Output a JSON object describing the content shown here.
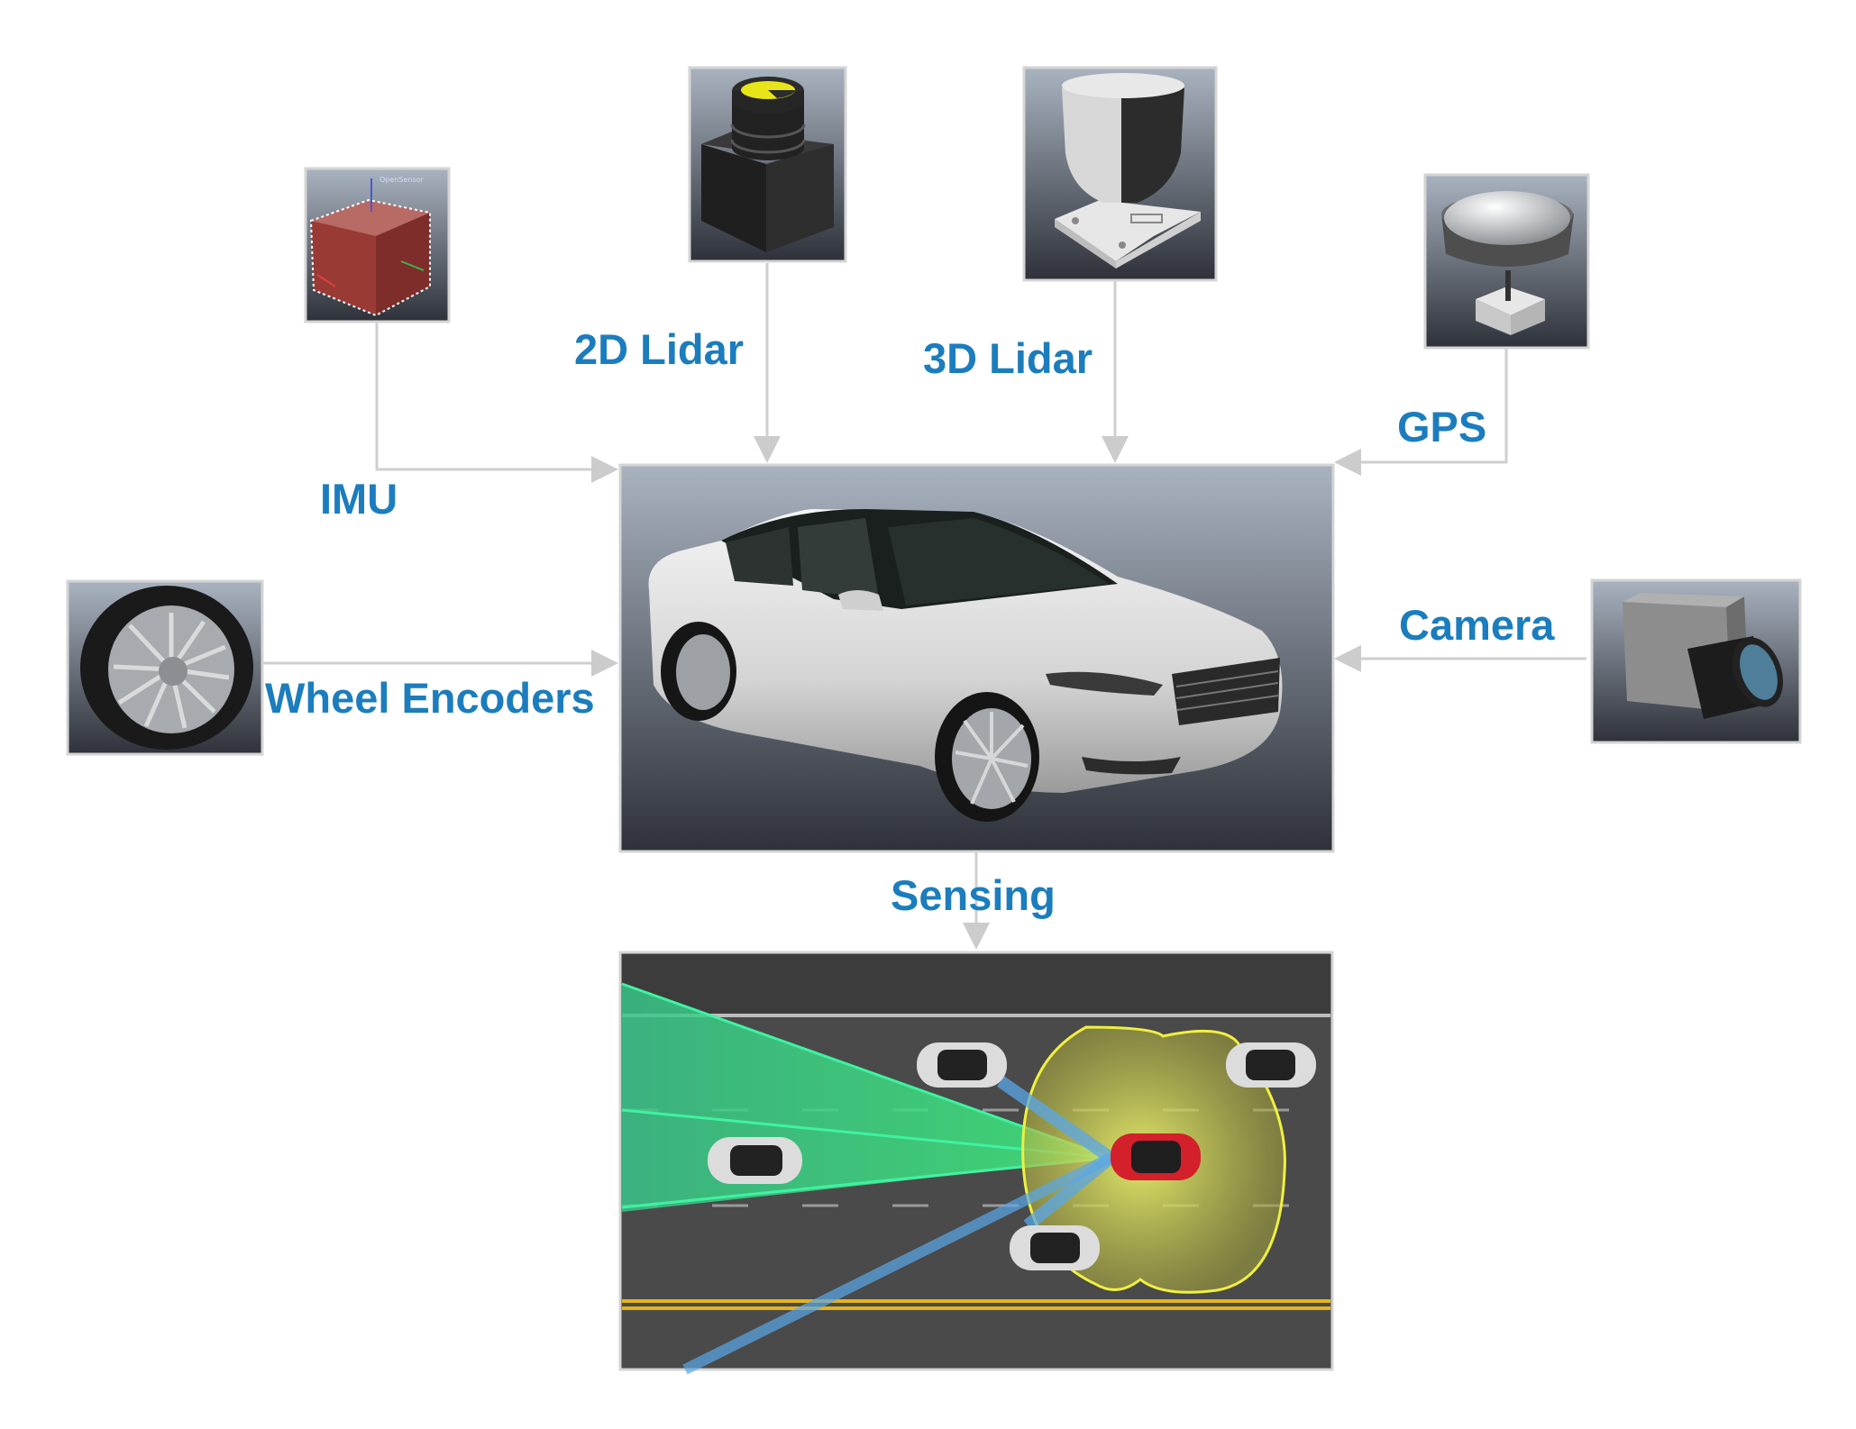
{
  "diagram": {
    "sensors": {
      "imu": {
        "label": "IMU",
        "overlay_text": "OpenSensor"
      },
      "lidar2d": {
        "label": "2D Lidar"
      },
      "lidar3d": {
        "label": "3D Lidar"
      },
      "gps": {
        "label": "GPS"
      },
      "wheel_encoders": {
        "label": "Wheel Encoders"
      },
      "camera": {
        "label": "Camera"
      }
    },
    "output": {
      "label": "Sensing"
    },
    "colors": {
      "label_text": "#1b7dbd",
      "arrow": "#cccccc",
      "panel_top": "#a8b2bf",
      "panel_bottom": "#2f323b",
      "road": "#4a4a4a",
      "camera_fov": "#3fe08a",
      "radar_fov": "#f3f24a",
      "ego_car": "#d3202a",
      "lane_line_yellow": "#e3b41e"
    },
    "icons": [
      "imu-cube-icon",
      "lidar-2d-icon",
      "lidar-3d-icon",
      "gps-antenna-icon",
      "wheel-icon",
      "camera-icon",
      "car-icon",
      "road-scene-icon"
    ]
  }
}
